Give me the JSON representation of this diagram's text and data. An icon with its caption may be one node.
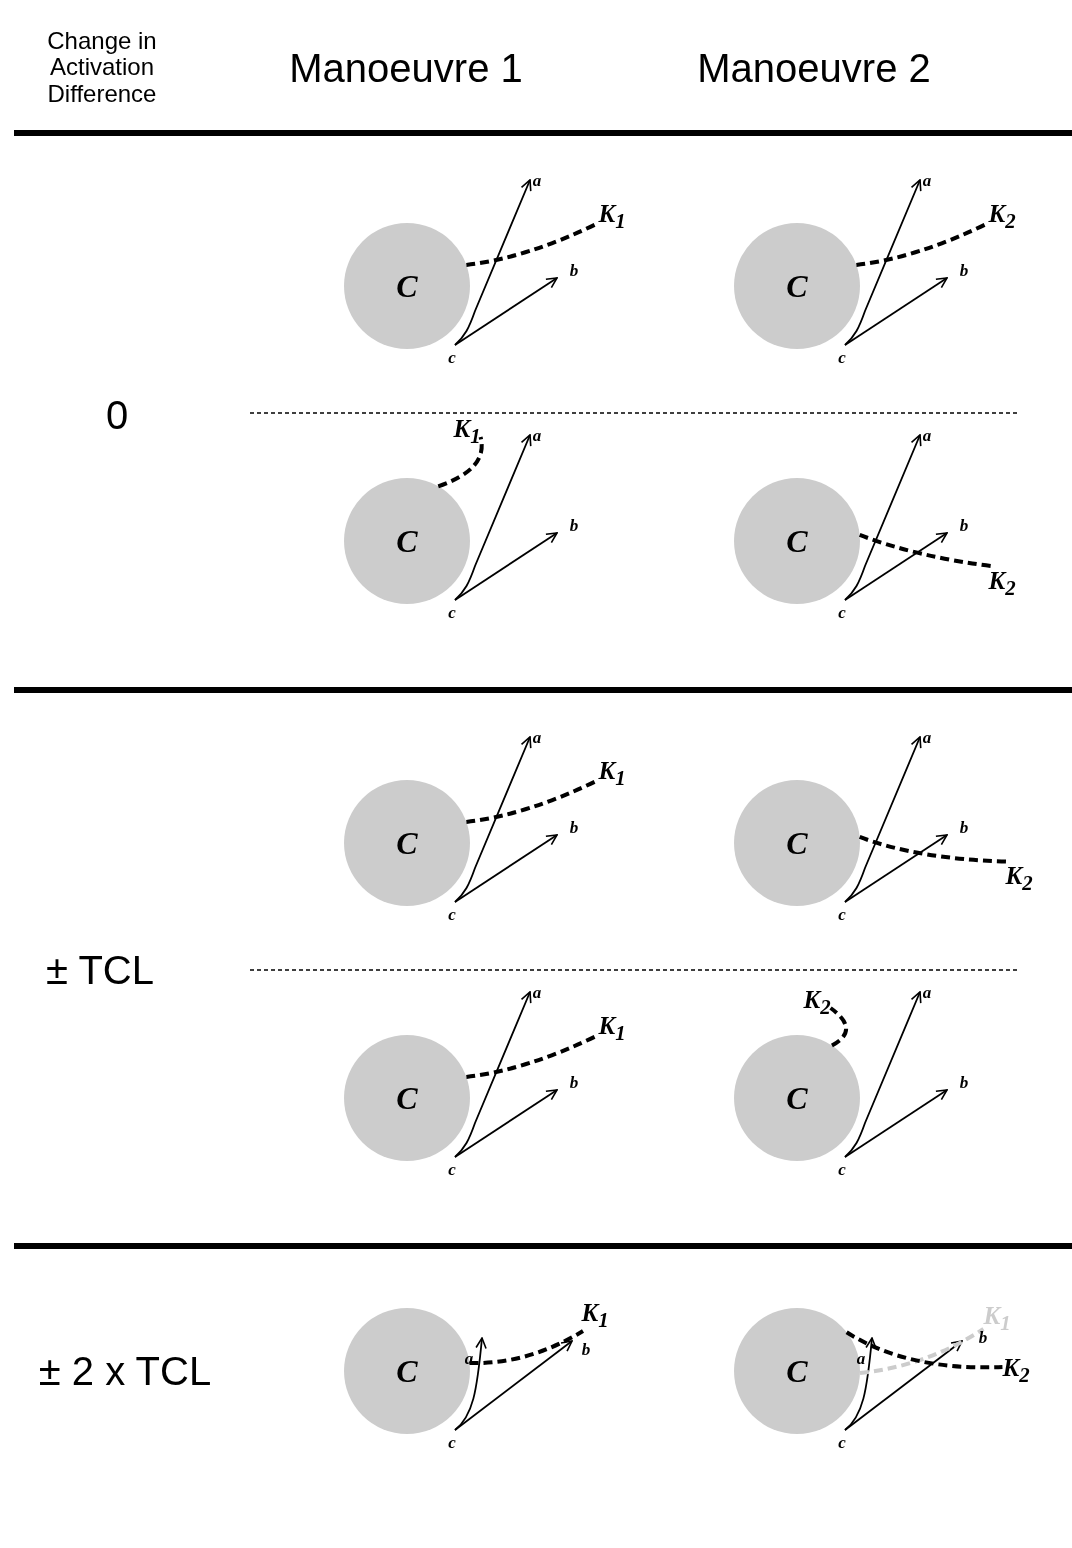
{
  "diagram": {
    "nodes": [
      {
        "text": [
          "C"
        ]
      },
      {
        "text": [
          "K$_{1}$"
        ]
      },
      {
        "text": [
          "C"
        ]
      },
      {
        "text": [
          "K$_{2}$"
        ]
      },
      {
        "text": [
          "C"
        ]
      },
      {
        "text": [
          "K$_{1}$"
        ]
      },
      {
        "text": [
          "C"
        ]
      },
      {
        "text": [
          "K$_{2}$"
        ]
      },
      {
        "text": [
          "C"
        ]
      },
      {
        "text": [
          "K$_{1}$"
        ]
      },
      {
        "text": [
          "C"
        ]
      },
      {
        "text": [
          "K$_{2}$"
        ]
      },
      {
        "text": [
          "C"
        ]
      },
      {
        "text": [
          "K$_{1}$"
        ]
      },
      {
        "text": [
          "C"
        ]
      },
      {
        "text": [
          "K$_{2}$"
        ]
      },
      {
        "text": [
          "C"
        ]
      },
      {
        "text": [
          "K$_{1}$"
        ]
      },
      {
        "text": [
          "C"
        ]
      },
      {
        "text": [
          "K$_{1}$"
        ]
      },
      {
        "text": [
          "K$_{2}$"
        ]
      }
    ],
    "edges": [
      {
        "from": 0,
        "to": 1,
        "arrow": "none",
        "style": "dashed"
      },
      {
        "from": 2,
        "to": 3,
        "arrow": "none",
        "style": "dashed"
      },
      {
        "from": 4,
        "to": 5,
        "arrow": "none",
        "style": "dashed"
      },
      {
        "from": 6,
        "to": 7,
        "arrow": "none",
        "style": "dashed"
      },
      {
        "from": 8,
        "to": 9,
        "arrow": "none",
        "style": "dashed"
      },
      {
        "from": 10,
        "to": 11,
        "arrow": "none",
        "style": "dashed"
      },
      {
        "from": 12,
        "to": 13,
        "arrow": "none",
        "style": "dashed"
      },
      {
        "from": 14,
        "to": 15,
        "arrow": "none",
        "style": "dashed"
      },
      {
        "from": 16,
        "to": 17,
        "arrow": "none",
        "style": "dashed"
      },
      {
        "from": 18,
        "to": 19,
        "arrow": "none",
        "style": "dashed",
        "color": "#cccccc"
      },
      {
        "from": 18,
        "to": 20,
        "arrow": "none",
        "style": "dashed"
      }
    ],
    "labels": [
      "Change in Activation Difference",
      "Manoeuvre 1",
      "Manoeuvre 2",
      "a",
      "b",
      "c",
      "a",
      "b",
      "c",
      "0",
      "a",
      "b",
      "c",
      "a",
      "b",
      "c",
      "a",
      "b",
      "c",
      "a",
      "b",
      "c",
      "± TCL",
      "a",
      "b",
      "c",
      "a",
      "b",
      "c",
      "a",
      "b",
      "c",
      "± 2 x TCL",
      "b",
      "a",
      "c"
    ]
  }
}
